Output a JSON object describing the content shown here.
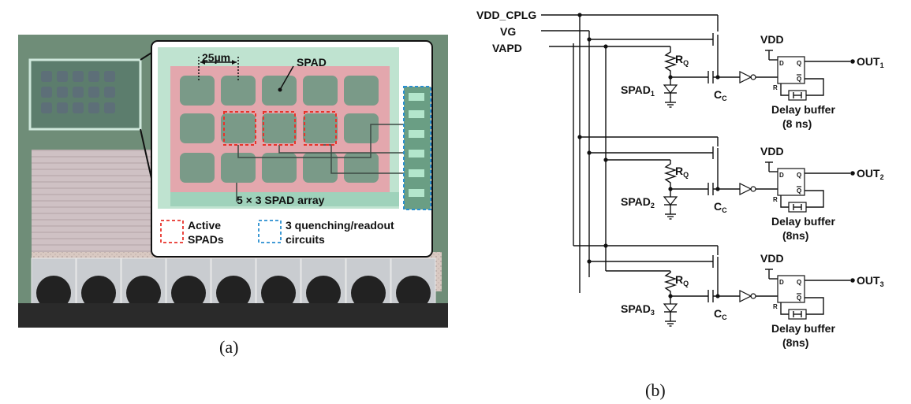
{
  "panel_a": {
    "caption": "(a)",
    "inset_labels": {
      "pitch": "25µm",
      "spad": "SPAD",
      "array": "5 × 3 SPAD array"
    },
    "legend": {
      "active": "Active SPADs",
      "active_line1": "Active",
      "active_line2": "SPADs",
      "active_color": "#e8332b",
      "quench_line1": "3 quenching/readout",
      "quench_line2": "circuits",
      "quench_color": "#2a8fd0"
    },
    "colors": {
      "chip_bg": "#6f8d78",
      "spad_pad": "#7a9a88",
      "array_fill": "#e3a7ad",
      "inset_frame": "#bfe3d0"
    }
  },
  "panel_b": {
    "caption": "(b)",
    "inputs": [
      "VDD_CPLG",
      "VG",
      "VAPD"
    ],
    "channels": [
      {
        "spad": "SPAD",
        "idx": "1",
        "rq": "R",
        "rq_sub": "Q",
        "cc": "C",
        "cc_sub": "C",
        "vdd": "VDD",
        "out": "OUT",
        "out_sub": "1",
        "delay_label": "Delay buffer",
        "delay_value": "(8 ns)"
      },
      {
        "spad": "SPAD",
        "idx": "2",
        "rq": "R",
        "rq_sub": "Q",
        "cc": "C",
        "cc_sub": "C",
        "vdd": "VDD",
        "out": "OUT",
        "out_sub": "2",
        "delay_label": "Delay buffer",
        "delay_value": "(8ns)"
      },
      {
        "spad": "SPAD",
        "idx": "3",
        "rq": "R",
        "rq_sub": "Q",
        "cc": "C",
        "cc_sub": "C",
        "vdd": "VDD",
        "out": "OUT",
        "out_sub": "3",
        "delay_label": "Delay buffer",
        "delay_value": "(8ns)"
      }
    ],
    "ff_pins": {
      "d": "D",
      "q": "Q",
      "qbar": "Q",
      "r": "R"
    }
  }
}
